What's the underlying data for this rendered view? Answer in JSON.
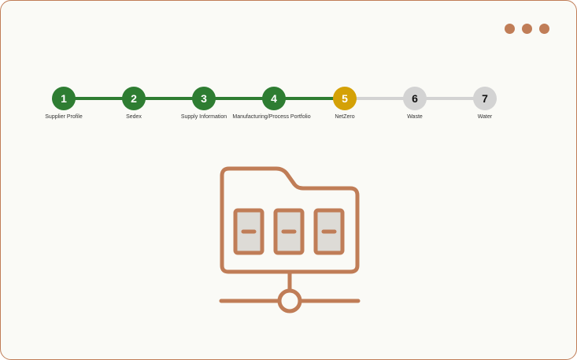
{
  "stepper": {
    "steps": [
      {
        "number": "1",
        "label": "Supplier Profile",
        "state": "done"
      },
      {
        "number": "2",
        "label": "Sedex",
        "state": "done"
      },
      {
        "number": "3",
        "label": "Supply Information",
        "state": "done"
      },
      {
        "number": "4",
        "label": "Manufacturing/Process Portfolio",
        "state": "done"
      },
      {
        "number": "5",
        "label": "NetZero",
        "state": "current"
      },
      {
        "number": "6",
        "label": "Waste",
        "state": "todo"
      },
      {
        "number": "7",
        "label": "Water",
        "state": "todo"
      }
    ]
  },
  "colors": {
    "accent": "#c07d57",
    "done": "#2e7d32",
    "current": "#d4a106",
    "pending": "#d3d3d3",
    "background": "#fafaf6"
  },
  "illustration": {
    "icon": "network-folder-server-icon"
  }
}
